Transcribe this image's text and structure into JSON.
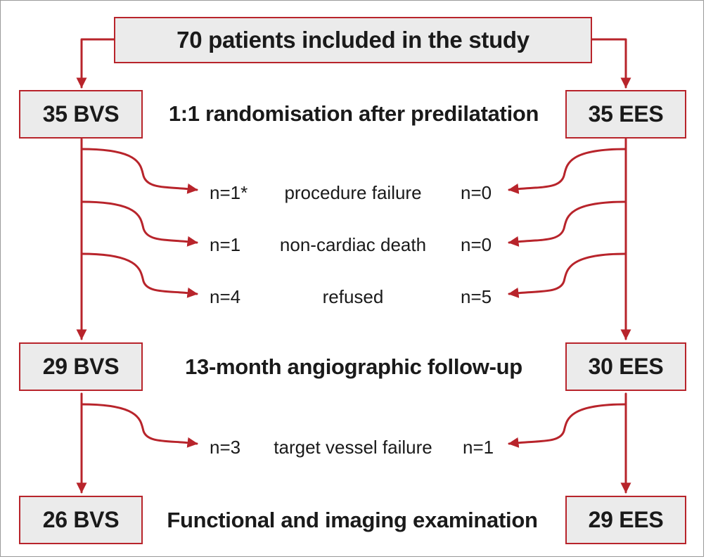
{
  "enrolled": {
    "label": "70 patients included in the study"
  },
  "stages": [
    {
      "left": "35 BVS",
      "title": "1:1 randomisation after predilatation",
      "right": "35 EES"
    },
    {
      "left": "29 BVS",
      "title": "13-month angiographic follow-up",
      "right": "30 EES"
    },
    {
      "left": "26 BVS",
      "title": "Functional and imaging examination",
      "right": "29 EES"
    }
  ],
  "exclusions": [
    {
      "left_n": "n=1*",
      "reason": "procedure failure",
      "right_n": "n=0"
    },
    {
      "left_n": "n=1",
      "reason": "non-cardiac death",
      "right_n": "n=0"
    },
    {
      "left_n": "n=4",
      "reason": "refused",
      "right_n": "n=5"
    },
    {
      "left_n": "n=3",
      "reason": "target vessel failure",
      "right_n": "n=1"
    }
  ],
  "colors": {
    "accent": "#b8242b",
    "box_fill": "#ebebeb",
    "text": "#1a1a1a",
    "frame": "#9a9a9a"
  }
}
